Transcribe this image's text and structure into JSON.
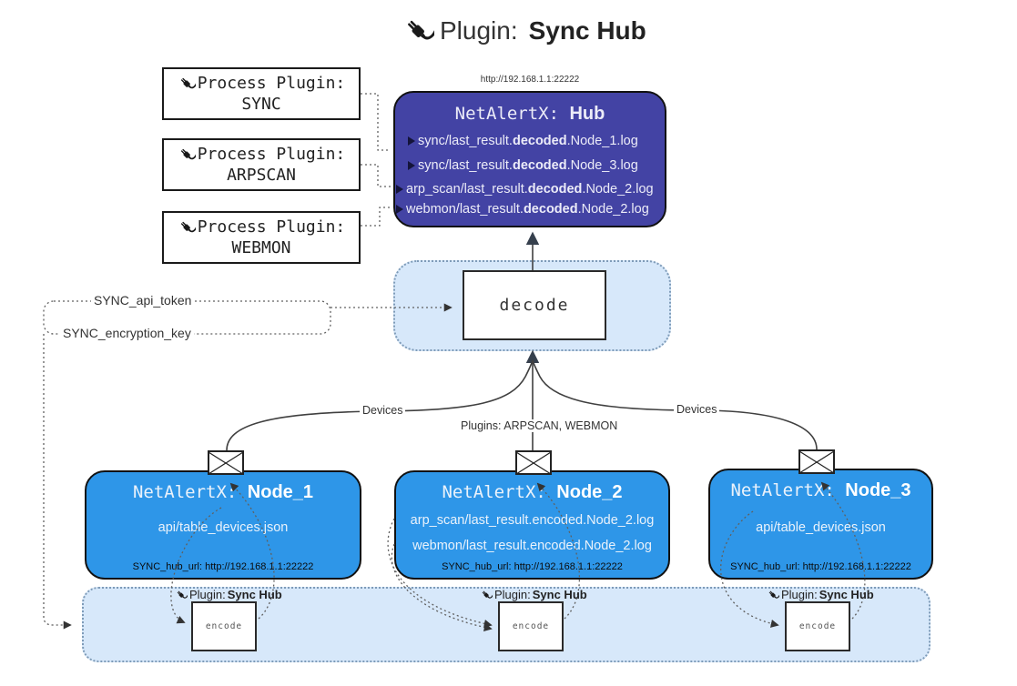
{
  "title": {
    "icon": "plug-icon",
    "prefix": "Plugin:",
    "bold": "Sync Hub"
  },
  "process_plugins": [
    {
      "icon": "plug-icon",
      "label": "Process Plugin:",
      "name": "SYNC"
    },
    {
      "icon": "plug-icon",
      "label": "Process Plugin:",
      "name": "ARPSCAN"
    },
    {
      "icon": "plug-icon",
      "label": "Process Plugin:",
      "name": "WEBMON"
    }
  ],
  "hub": {
    "url": "http://192.168.1.1:22222",
    "title_mono": "NetAlertX: ",
    "title_bold": "Hub",
    "rows": [
      {
        "pre": "sync/last_result.",
        "bold": "decoded",
        "post": ".Node_1.log"
      },
      {
        "pre": "sync/last_result.",
        "bold": "decoded",
        "post": ".Node_3.log"
      },
      {
        "pre": "arp_scan/last_result.",
        "bold": "decoded",
        "post": ".Node_2.log"
      },
      {
        "pre": "webmon/last_result.",
        "bold": "decoded",
        "post": ".Node_2.log"
      }
    ]
  },
  "decode": {
    "label": "decode"
  },
  "secrets": {
    "api_token_label": "SYNC_api_token",
    "encryption_key_label": "SYNC_encryption_key"
  },
  "edges": {
    "devices_left": "Devices",
    "plugins_label": "Plugins: ARPSCAN, WEBMON",
    "devices_right": "Devices"
  },
  "nodes": [
    {
      "title_mono": "NetAlertX: ",
      "title_bold": "Node_1",
      "lines": [
        "api/table_devices.json"
      ],
      "hub_url": "SYNC_hub_url: http://192.168.1.1:22222"
    },
    {
      "title_mono": "NetAlertX: ",
      "title_bold": "Node_2",
      "lines": [
        "arp_scan/last_result.encoded.Node_2.log",
        "webmon/last_result.encoded.Node_2.log"
      ],
      "hub_url": "SYNC_hub_url: http://192.168.1.1:22222"
    },
    {
      "title_mono": "NetAlertX: ",
      "title_bold": "Node_3",
      "lines": [
        "api/table_devices.json"
      ],
      "hub_url": "SYNC_hub_url: http://192.168.1.1:22222"
    }
  ],
  "encoders": [
    {
      "icon": "plug-icon",
      "plugin_prefix": "Plugin:",
      "plugin_bold": "Sync Hub",
      "box_label": "encode"
    },
    {
      "icon": "plug-icon",
      "plugin_prefix": "Plugin:",
      "plugin_bold": "Sync Hub",
      "box_label": "encode"
    },
    {
      "icon": "plug-icon",
      "plugin_prefix": "Plugin:",
      "plugin_bold": "Sync Hub",
      "box_label": "encode"
    }
  ],
  "colors": {
    "hub_fill": "#4343A4",
    "hub_text": "#ECECF8",
    "node_fill": "#2E96E8",
    "node_text": "#EAF2FB",
    "panel_fill": "#D7E8FA",
    "panel_border": "#7E9BB8",
    "box_border": "#1A1A1A",
    "line": "#404040",
    "dotted": "#606060"
  }
}
